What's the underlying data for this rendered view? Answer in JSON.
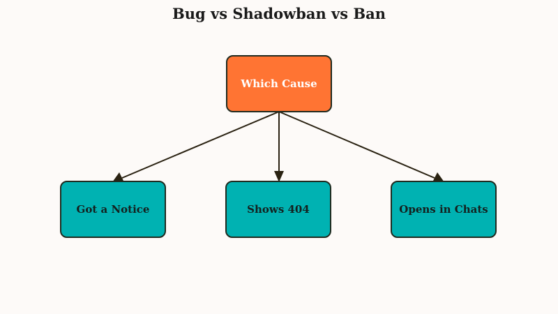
{
  "title": "Bug vs Shadowban vs Ban",
  "colors": {
    "root_fill": "#ff7433",
    "root_text": "#ffffff",
    "child_fill": "#00b2b2",
    "child_text": "#14201e",
    "edge": "#2a2212"
  },
  "nodes": {
    "root": {
      "label": "Which Cause"
    },
    "children": [
      {
        "label": "Got a Notice"
      },
      {
        "label": "Shows 404"
      },
      {
        "label": "Opens in Chats"
      }
    ]
  }
}
